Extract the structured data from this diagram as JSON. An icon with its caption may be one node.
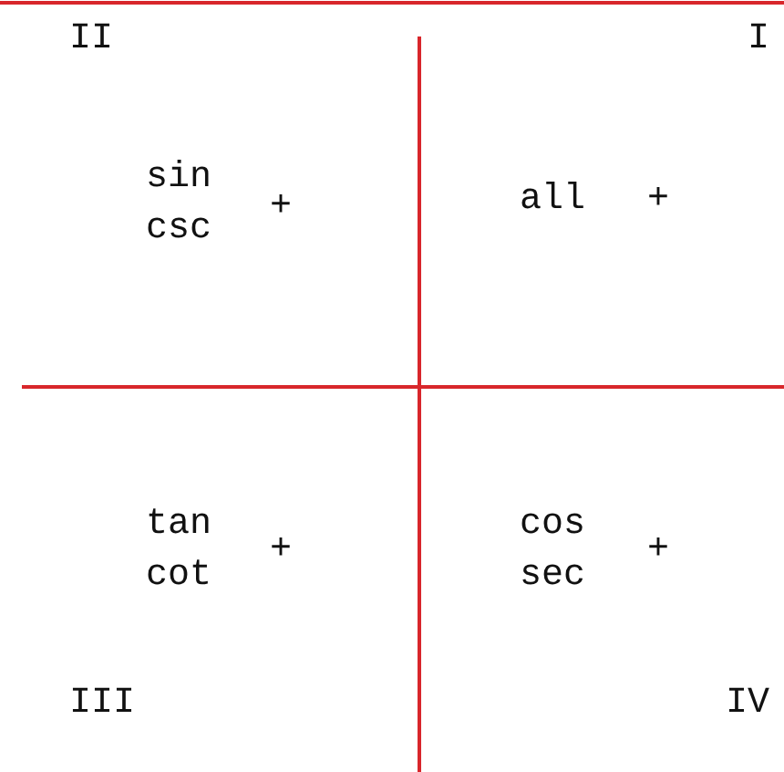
{
  "diagram": {
    "labels": [
      "II",
      "I",
      "sin csc",
      "+",
      "all",
      "+",
      "tan cot",
      "+",
      "cos sec",
      "+",
      "III",
      "IV"
    ]
  }
}
